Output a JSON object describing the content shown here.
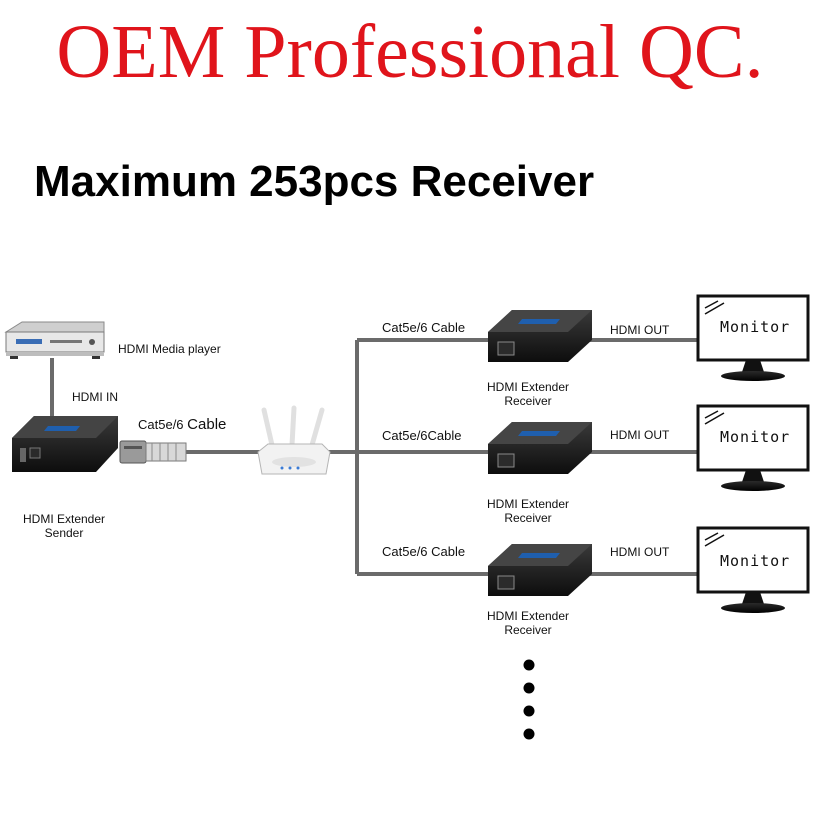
{
  "header": {
    "title": "OEM Professional QC.",
    "subtitle": "Maximum 253pcs Receiver"
  },
  "source": {
    "player_label": "HDMI Media player",
    "hdmi_in_label": "HDMI IN",
    "sender_label_line1": "HDMI Extender",
    "sender_label_line2": "Sender",
    "cable_prefix": "Cat5e/6",
    "cable_suffix": "Cable"
  },
  "receivers": [
    {
      "cable_label": "Cat5e/6 Cable",
      "hdmi_out_label": "HDMI OUT",
      "receiver_line1": "HDMI Extender",
      "receiver_line2": "Receiver",
      "monitor_label": "Monitor"
    },
    {
      "cable_label": "Cat5e/6Cable",
      "hdmi_out_label": "HDMI OUT",
      "receiver_line1": "HDMI Extender",
      "receiver_line2": "Receiver",
      "monitor_label": "Monitor"
    },
    {
      "cable_label": "Cat5e/6 Cable",
      "hdmi_out_label": "HDMI OUT",
      "receiver_line1": "HDMI Extender",
      "receiver_line2": "Receiver",
      "monitor_label": "Monitor"
    }
  ],
  "colors": {
    "title": "#e0141b",
    "cable": "#6b6b6b",
    "device_body": "#1a1a1a",
    "device_stripe": "#1f5fae"
  },
  "icons": [
    "media-player-icon",
    "sender-device-icon",
    "rj45-plug-icon",
    "router-icon",
    "receiver-device-icon",
    "monitor-icon",
    "ellipsis-dots-icon"
  ]
}
